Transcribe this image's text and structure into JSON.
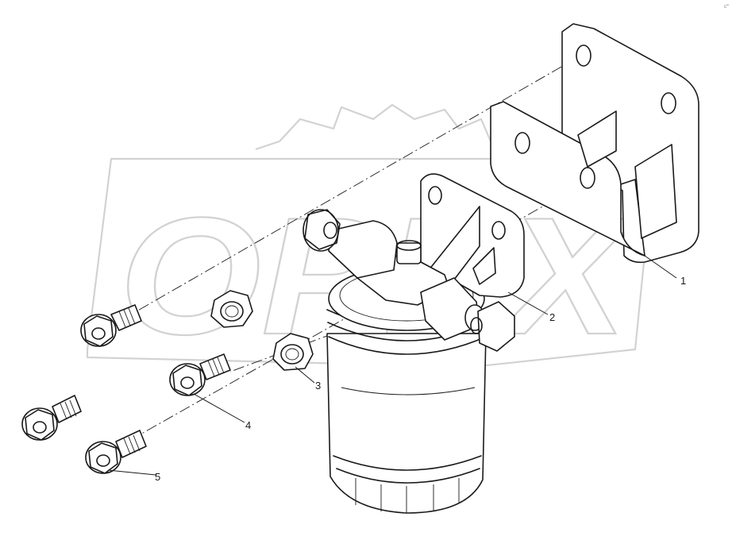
{
  "watermark": {
    "text": "OPEX"
  },
  "callouts": [
    {
      "id": "1",
      "label": "1"
    },
    {
      "id": "2",
      "label": "2"
    },
    {
      "id": "3",
      "label": "3"
    },
    {
      "id": "4",
      "label": "4"
    },
    {
      "id": "5",
      "label": "5"
    }
  ],
  "corner_mark": "c'\"",
  "colors": {
    "line": "#1a1a1a",
    "watermark": "#d2d2d2",
    "background": "#ffffff"
  }
}
